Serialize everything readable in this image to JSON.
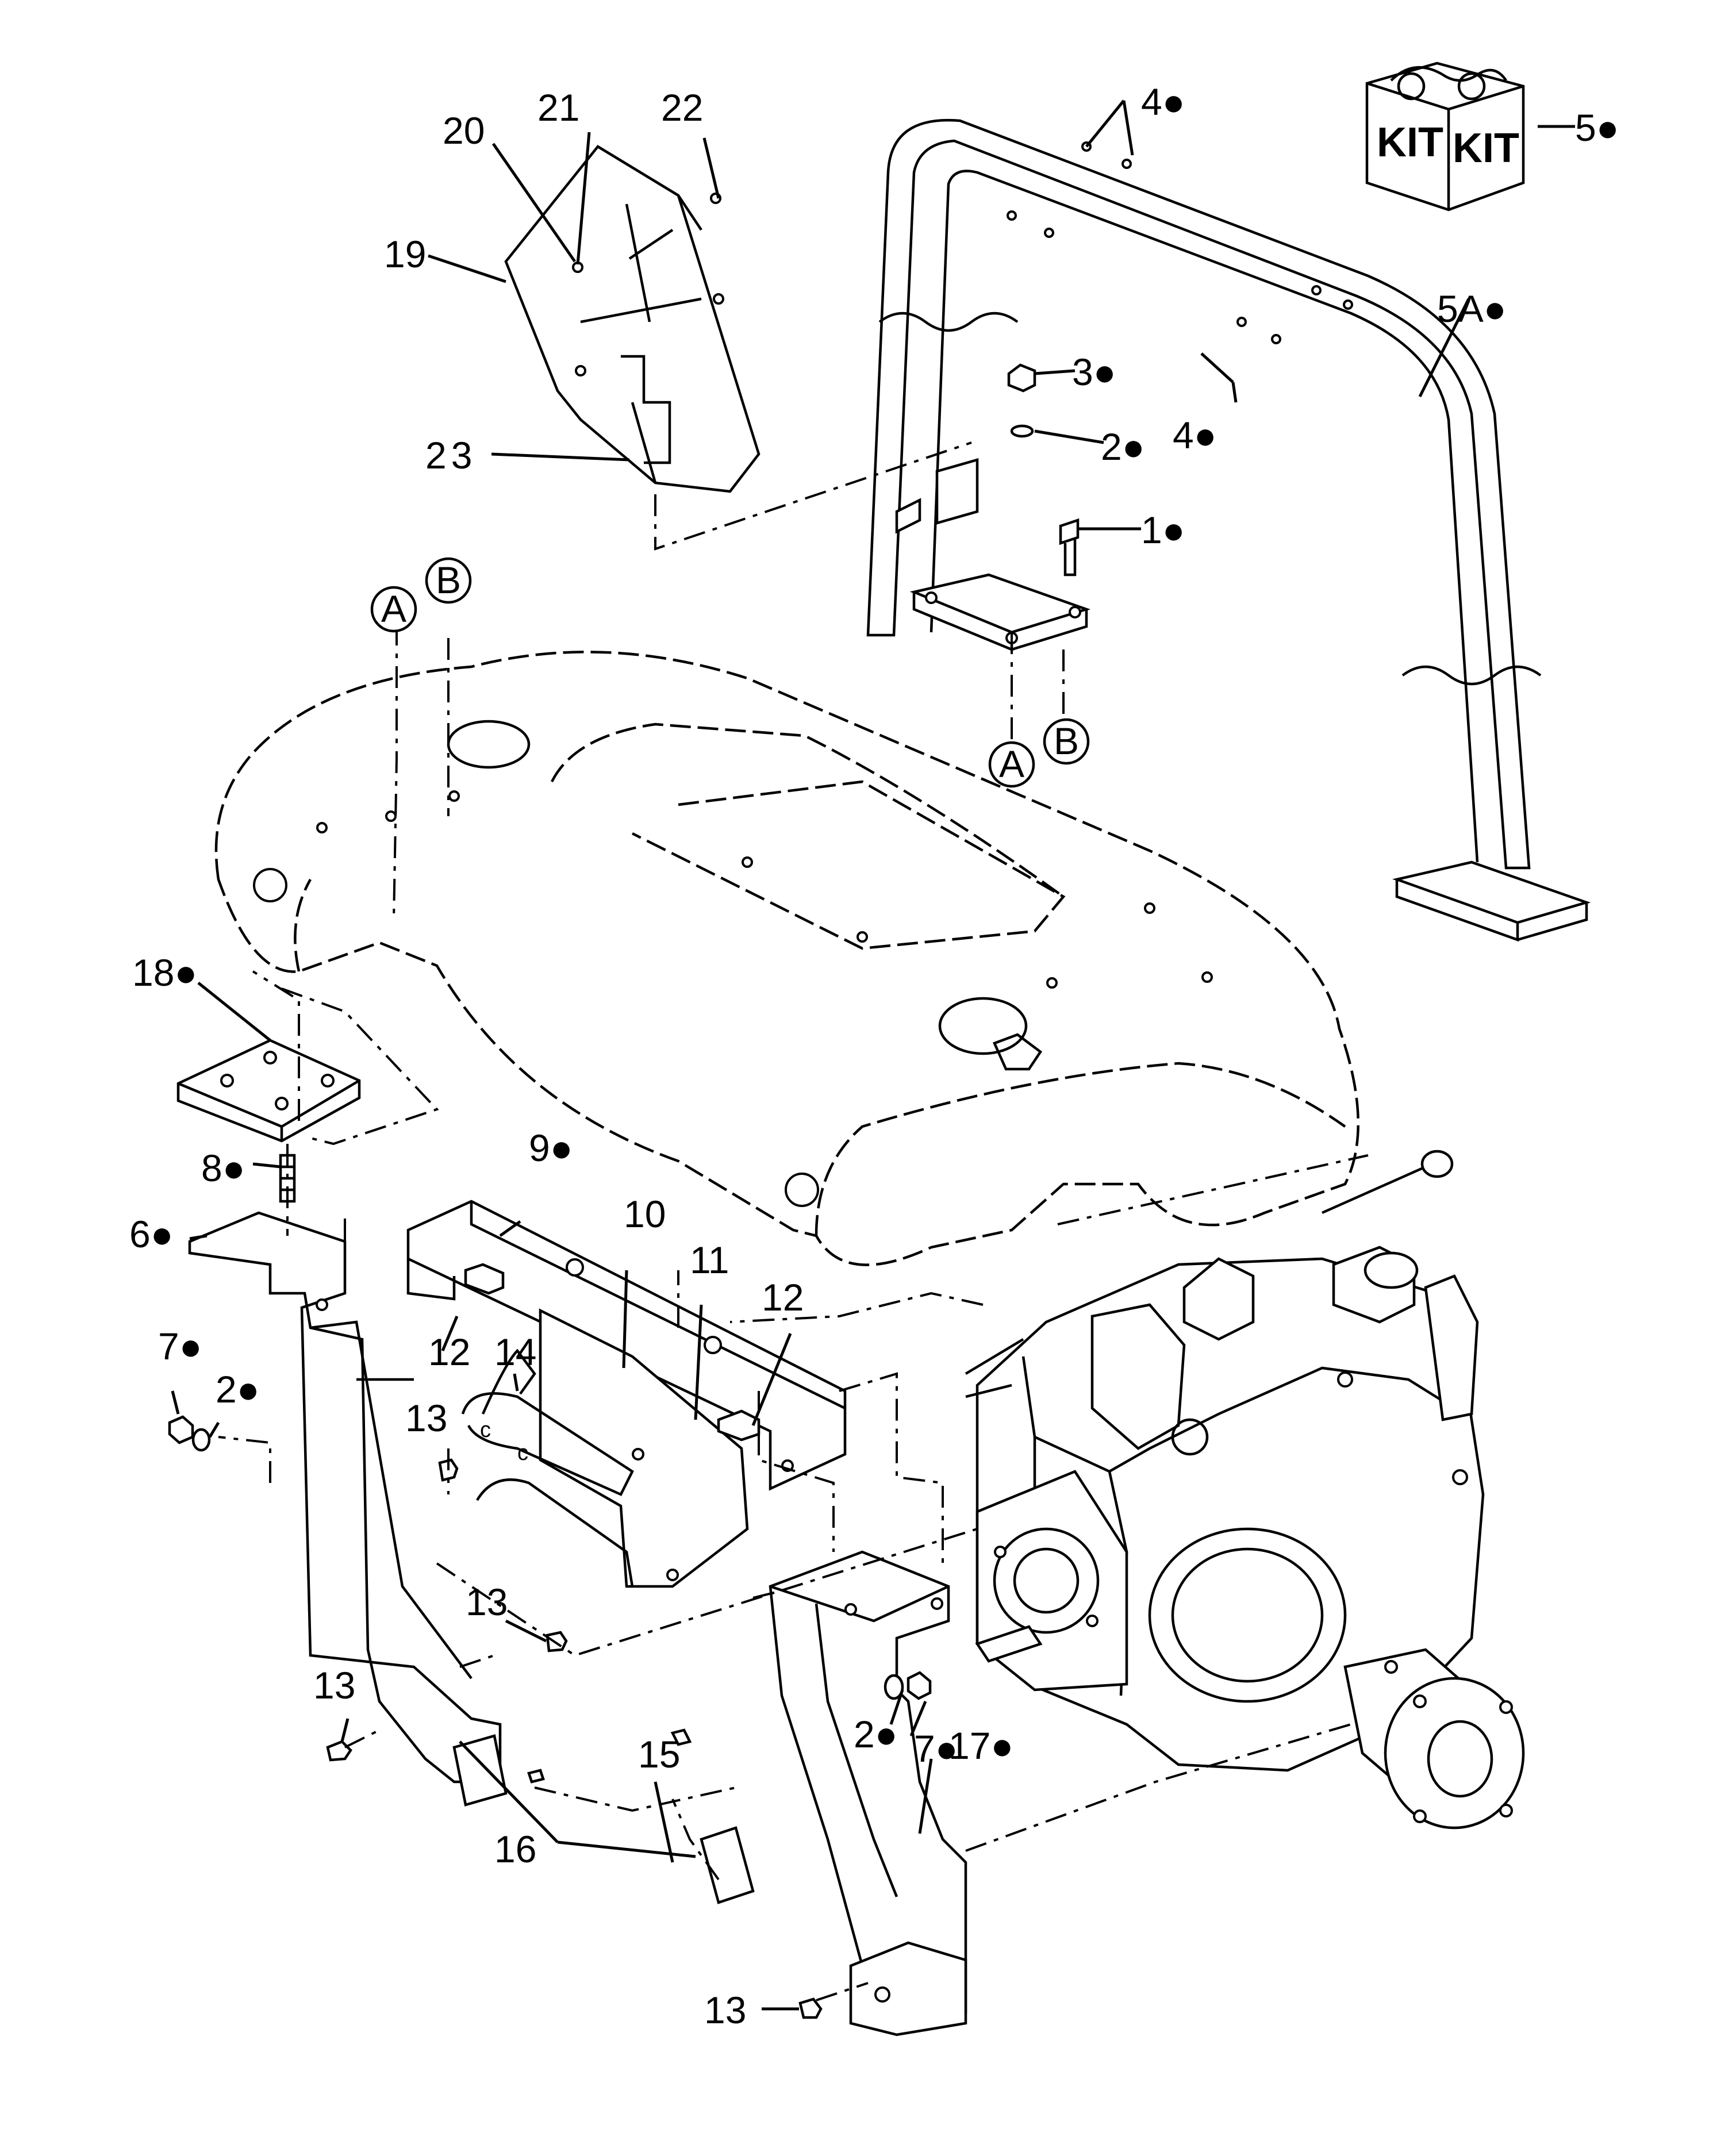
{
  "diagram": {
    "kit_box": {
      "labels": [
        "KIT",
        "KIT"
      ]
    },
    "part_callouts": [
      {
        "id": "c1",
        "text": "1●"
      },
      {
        "id": "c2a",
        "text": "2●"
      },
      {
        "id": "c3",
        "text": "3●"
      },
      {
        "id": "c4a",
        "text": "4●"
      },
      {
        "id": "c4b",
        "text": "4●"
      },
      {
        "id": "c5",
        "text": "5●"
      },
      {
        "id": "c5A",
        "text": "5A●"
      },
      {
        "id": "c6",
        "text": "6●"
      },
      {
        "id": "c7a",
        "text": "7●"
      },
      {
        "id": "c2b",
        "text": "2●"
      },
      {
        "id": "c8",
        "text": "8●"
      },
      {
        "id": "c9",
        "text": "9●"
      },
      {
        "id": "c10",
        "text": "10"
      },
      {
        "id": "c11",
        "text": "11"
      },
      {
        "id": "c12a",
        "text": "12"
      },
      {
        "id": "c12b",
        "text": "12"
      },
      {
        "id": "c13a",
        "text": "13"
      },
      {
        "id": "c13b",
        "text": "13"
      },
      {
        "id": "c13c",
        "text": "13"
      },
      {
        "id": "c13d",
        "text": "13"
      },
      {
        "id": "c14",
        "text": "14"
      },
      {
        "id": "c15",
        "text": "15"
      },
      {
        "id": "c16",
        "text": "16"
      },
      {
        "id": "c17",
        "text": "17●"
      },
      {
        "id": "c18",
        "text": "18●"
      },
      {
        "id": "c19",
        "text": "19"
      },
      {
        "id": "c20",
        "text": "20"
      },
      {
        "id": "c21",
        "text": "21"
      },
      {
        "id": "c22",
        "text": "22"
      },
      {
        "id": "c23",
        "text": "23"
      },
      {
        "id": "c2c",
        "text": "2●"
      },
      {
        "id": "c7b",
        "text": "7●"
      }
    ],
    "reference_markers": [
      {
        "id": "mA1",
        "text": "A"
      },
      {
        "id": "mB1",
        "text": "B"
      },
      {
        "id": "mA2",
        "text": "A"
      },
      {
        "id": "mB2",
        "text": "B"
      }
    ]
  }
}
